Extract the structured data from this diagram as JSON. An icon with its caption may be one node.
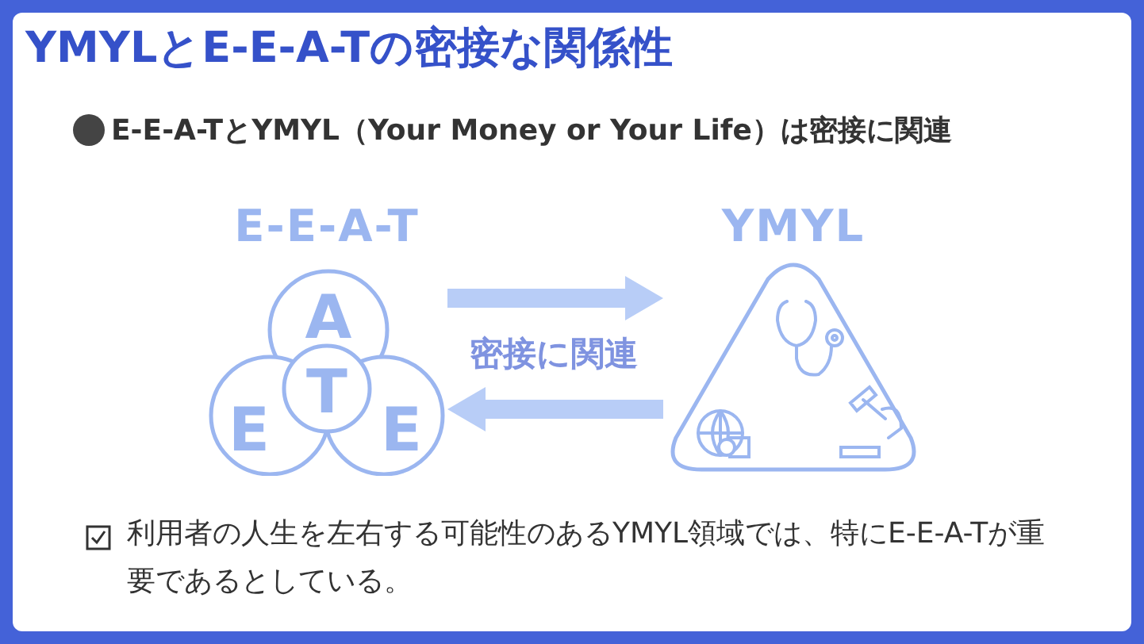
{
  "diagram": {
    "title": "YMYLとE-E-A-Tの密接な関係性",
    "nodes": [
      {
        "text": [
          "E-E-A-T"
        ]
      },
      {
        "text": [
          "A"
        ],
        "in": 0
      },
      {
        "text": [
          "T"
        ],
        "in": 0
      },
      {
        "text": [
          "E"
        ],
        "in": 0
      },
      {
        "text": [
          "E"
        ],
        "in": 0
      },
      {
        "text": [
          "YMYL"
        ]
      }
    ],
    "edges": [
      {
        "from": 0,
        "to": 5,
        "arrow": "to",
        "label": "密接に関連"
      },
      {
        "from": 5,
        "to": 0,
        "arrow": "to"
      }
    ],
    "labels": [
      "E-E-A-TとYMYL（Your Money or Your Life）は密接に関連",
      "利用者の人生を左右する可能性のあるYMYL領域では、特にE-E-A-Tが重要であるとしている。"
    ]
  }
}
